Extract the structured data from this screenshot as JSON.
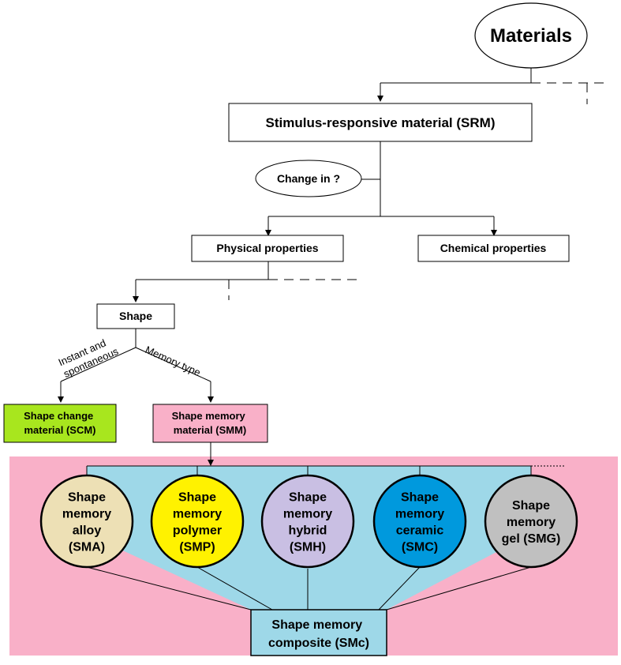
{
  "nodes": {
    "materials": "Materials",
    "srm": "Stimulus-responsive material (SRM)",
    "change_in": "Change in ?",
    "physical": "Physical properties",
    "chemical": "Chemical properties",
    "shape": "Shape",
    "scm": [
      "Shape change",
      "material (SCM)"
    ],
    "smm": [
      "Shape memory",
      "material (SMM)"
    ],
    "smc_composite": [
      "Shape memory",
      "composite (SMc)"
    ]
  },
  "edge_labels": {
    "instant": [
      "Instant and",
      "spontaneous"
    ],
    "memory_type": "Memory type"
  },
  "circles": [
    {
      "lines": [
        "Shape",
        "memory",
        "alloy",
        "(SMA)"
      ],
      "fill": "#EDE0B5",
      "text_color": "#000000"
    },
    {
      "lines": [
        "Shape",
        "memory",
        "polymer",
        "(SMP)"
      ],
      "fill": "#FFF200",
      "text_color": "#000000"
    },
    {
      "lines": [
        "Shape",
        "memory",
        "hybrid",
        "(SMH)"
      ],
      "fill": "#C9BFE3",
      "text_color": "#000000"
    },
    {
      "lines": [
        "Shape",
        "memory",
        "ceramic",
        "(SMC)"
      ],
      "fill": "#0099DD",
      "text_color": "#000000"
    },
    {
      "lines": [
        "Shape",
        "memory",
        "gel (SMG)"
      ],
      "fill": "#C0C0C0",
      "text_color": "#000000"
    }
  ],
  "colors": {
    "pink_panel": "#F9B0C8",
    "blue_panel": "#9ED8E8",
    "scm_fill": "#A8E61E",
    "smm_fill": "#F9B0C8",
    "composite_fill": "#9ED8E8"
  }
}
